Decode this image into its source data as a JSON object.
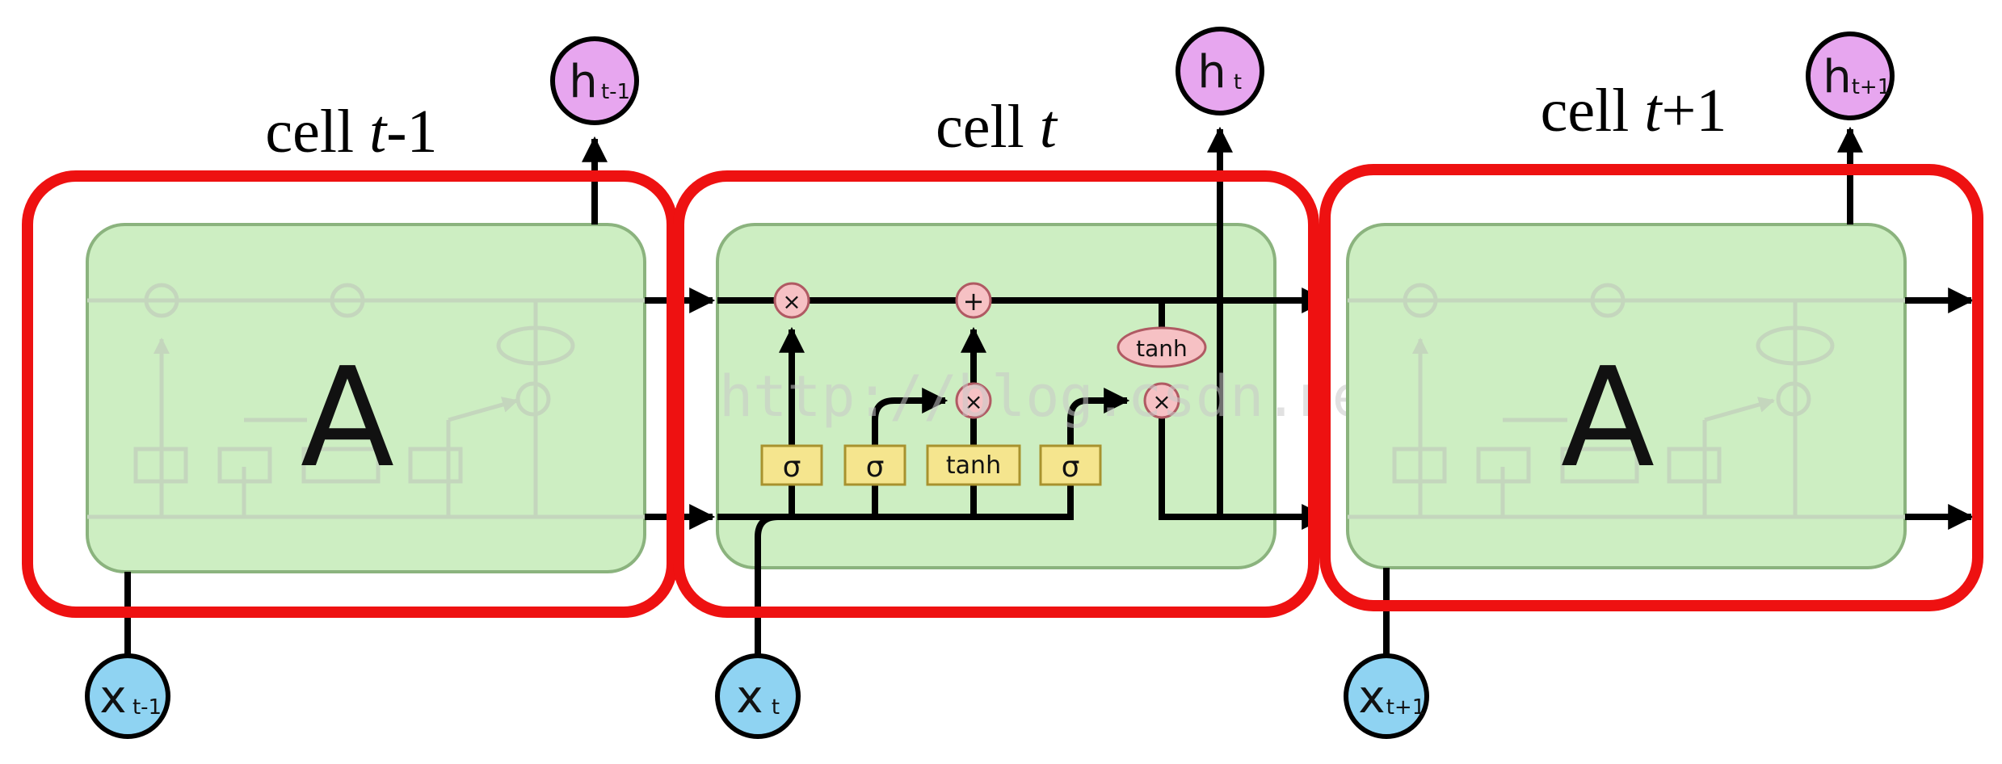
{
  "cells": [
    {
      "id": "prev",
      "title_prefix": "cell ",
      "title_italic": "t",
      "title_suffix": "-1",
      "block_label": "A"
    },
    {
      "id": "curr",
      "title_prefix": "cell ",
      "title_italic": "t",
      "title_suffix": ""
    },
    {
      "id": "next",
      "title_prefix": "cell ",
      "title_italic": "t",
      "title_suffix": "+1",
      "block_label": "A"
    }
  ],
  "outputs": [
    {
      "main": "h",
      "sub": "t-1"
    },
    {
      "main": "h",
      "sub": "t"
    },
    {
      "main": "h",
      "sub": "t+1"
    }
  ],
  "inputs": [
    {
      "main": "x",
      "sub": "t-1"
    },
    {
      "main": "x",
      "sub": "t"
    },
    {
      "main": "x",
      "sub": "t+1"
    }
  ],
  "gates": {
    "forget": "σ",
    "input": "σ",
    "candidate": "tanh",
    "output": "σ",
    "cell_tanh": "tanh"
  },
  "pointwise_ops": {
    "forget_multiply": "×",
    "add": "+",
    "input_multiply": "×",
    "output_multiply": "×"
  },
  "watermark": "http://blog.csdn.net/",
  "colors": {
    "highlight_box": "#ee1111",
    "cell_fill": "#cdeec2",
    "cell_border": "#8bb37e",
    "output_node": "#e7a6ef",
    "input_node": "#8fd3f2",
    "gate_fill": "#f5e58e",
    "gate_border": "#a8922e",
    "op_fill": "#f6c1c4",
    "op_border": "#b05a63"
  }
}
